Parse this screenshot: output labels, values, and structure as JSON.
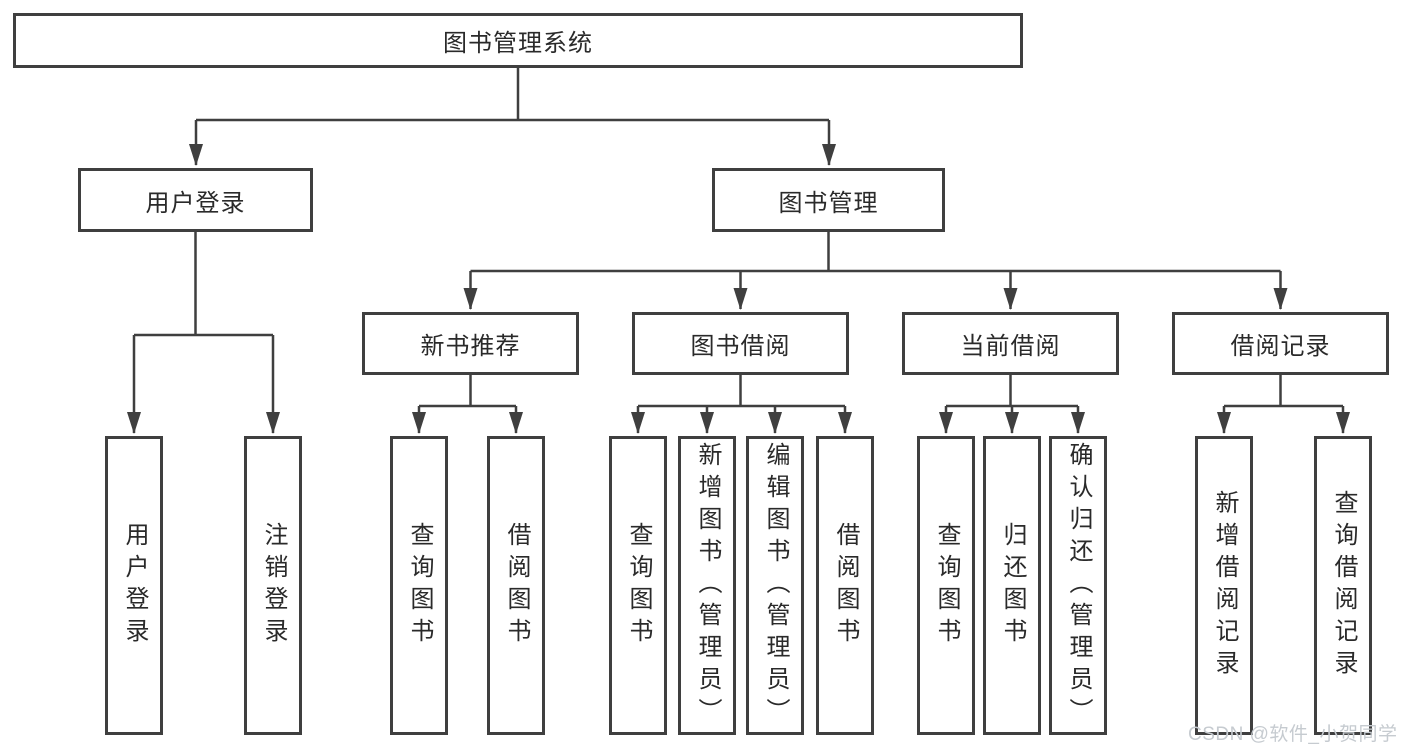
{
  "nodes": {
    "root": {
      "label": "图书管理系统"
    },
    "user_login": {
      "label": "用户登录"
    },
    "book_management": {
      "label": "图书管理"
    },
    "new_book_recommend": {
      "label": "新书推荐"
    },
    "book_borrow": {
      "label": "图书借阅"
    },
    "current_borrow": {
      "label": "当前借阅"
    },
    "borrow_records": {
      "label": "借阅记录"
    }
  },
  "leaves": {
    "user_login": [
      "用户登录",
      "注销登录"
    ],
    "new_book_recommend": [
      "查询图书",
      "借阅图书"
    ],
    "book_borrow": [
      "查询图书",
      "新增图书（管理员）",
      "编辑图书（管理员）",
      "借阅图书"
    ],
    "current_borrow": [
      "查询图书",
      "归还图书",
      "确认归还（管理员）"
    ],
    "borrow_records": [
      "新增借阅记录",
      "查询借阅记录"
    ]
  },
  "watermark": {
    "text": "CSDN @软件_小贺同学"
  },
  "colors": {
    "line": "#3f3f3f",
    "text": "#2a2a2a",
    "background": "#ffffff",
    "watermark": "#c6cbd0"
  }
}
